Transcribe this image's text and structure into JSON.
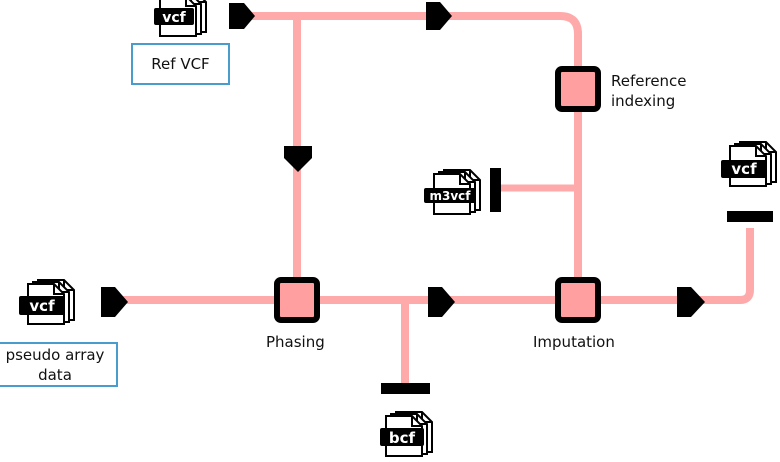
{
  "inputs": {
    "ref_vcf": {
      "file_type": "vcf",
      "label": "Ref VCF"
    },
    "pseudo_array": {
      "file_type": "vcf",
      "label_lines": [
        "pseudo array",
        "data"
      ]
    }
  },
  "steps": {
    "reference_indexing": {
      "label_lines": [
        "Reference",
        "indexing"
      ]
    },
    "phasing": {
      "label": "Phasing"
    },
    "imputation": {
      "label": "Imputation"
    }
  },
  "outputs": {
    "m3vcf": {
      "file_type": "m3vcf"
    },
    "bcf": {
      "file_type": "bcf"
    },
    "vcf": {
      "file_type": "vcf"
    }
  },
  "colors": {
    "connector": "#ffaaaa",
    "node_fill": "#ff9f9f",
    "node_border": "#000000",
    "input_box_border": "#4a9ccc"
  }
}
